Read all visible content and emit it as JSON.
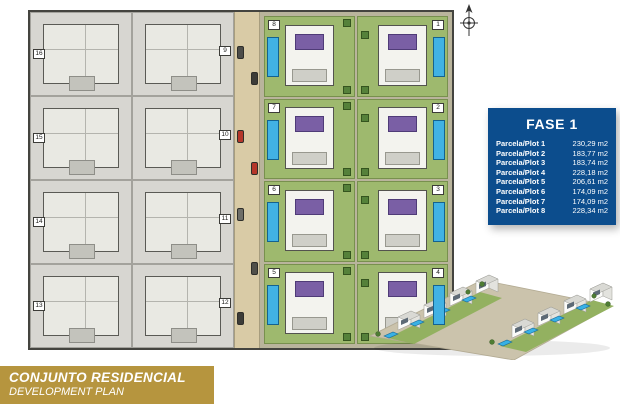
{
  "banner": {
    "line1": "CONJUNTO RESIDENCIAL",
    "line2": "DEVELOPMENT PLAN"
  },
  "fase1": {
    "title": "FASE 1",
    "rows": [
      {
        "label": "Parcela/Plot 1",
        "value": "230,29 m2"
      },
      {
        "label": "Parcela/Plot 2",
        "value": "183,77 m2"
      },
      {
        "label": "Parcela/Plot 3",
        "value": "183,74 m2"
      },
      {
        "label": "Parcela/Plot 4",
        "value": "228,18 m2"
      },
      {
        "label": "Parcela/Plot 5",
        "value": "206,61 m2"
      },
      {
        "label": "Parcela/Plot 6",
        "value": "174,09 m2"
      },
      {
        "label": "Parcela/Plot 7",
        "value": "174,09 m2"
      },
      {
        "label": "Parcela/Plot 8",
        "value": "228,34 m2"
      }
    ]
  },
  "plan": {
    "left_plots": [
      "16",
      "9",
      "15",
      "10",
      "14",
      "11",
      "13",
      "12"
    ],
    "right_plots": [
      "8",
      "1",
      "7",
      "2",
      "6",
      "3",
      "5",
      "4"
    ]
  },
  "colors": {
    "accent_gold": "#b6953e",
    "accent_blue": "#0c4d8d",
    "pool_blue": "#41b2e4",
    "lawn_green": "#9eb96e"
  }
}
